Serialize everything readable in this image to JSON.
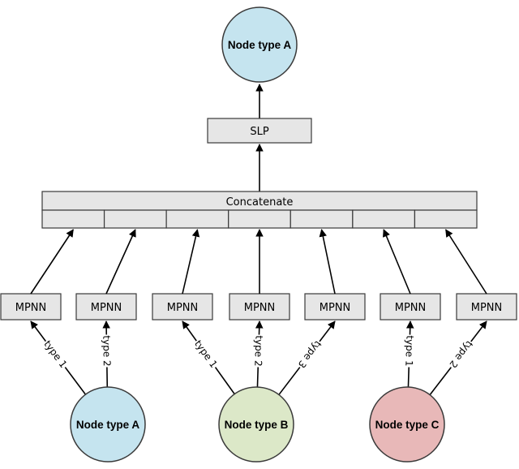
{
  "colors": {
    "node_type_a": "#c5e4ef",
    "node_type_b": "#dce8c8",
    "node_type_c": "#e8b8b8",
    "box_fill": "#e6e6e6"
  },
  "top_node": {
    "label": "Node type A"
  },
  "slp": {
    "label": "SLP"
  },
  "concatenate": {
    "label": "Concatenate"
  },
  "mpnn_boxes": [
    "MPNN",
    "MPNN",
    "MPNN",
    "MPNN",
    "MPNN",
    "MPNN",
    "MPNN"
  ],
  "bottom_nodes": [
    {
      "label": "Node type A"
    },
    {
      "label": "Node type B"
    },
    {
      "label": "Node type C"
    }
  ],
  "edge_labels": [
    "type 1",
    "type 2",
    "type 1",
    "type 2",
    "type 3",
    "type 1",
    "type 2"
  ]
}
